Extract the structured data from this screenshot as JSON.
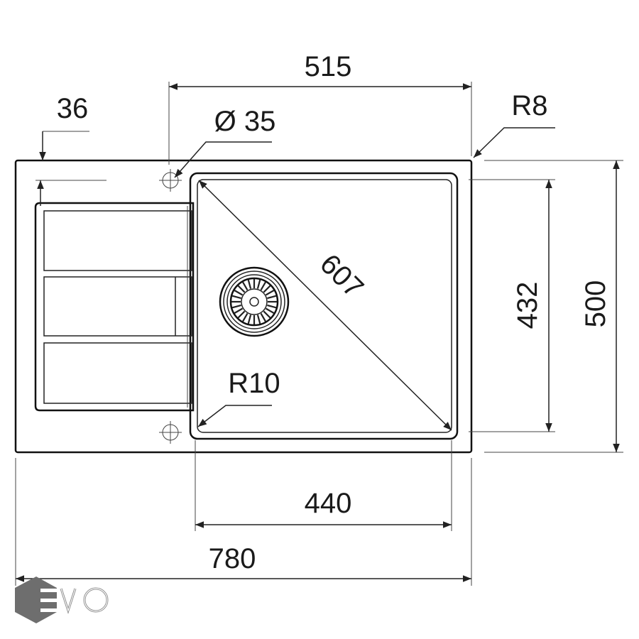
{
  "drawing": {
    "dimensions": {
      "overall_width": "780",
      "overall_depth": "500",
      "bowl_span": "515",
      "bowl_width": "440",
      "bowl_depth": "432",
      "bowl_diagonal": "607",
      "drainer_offset": "36",
      "tap_hole": "Ø 35",
      "outer_radius": "R8",
      "bowl_radius": "R10"
    },
    "logo": {
      "text": "EVO",
      "color": "#6e6e6e"
    }
  }
}
